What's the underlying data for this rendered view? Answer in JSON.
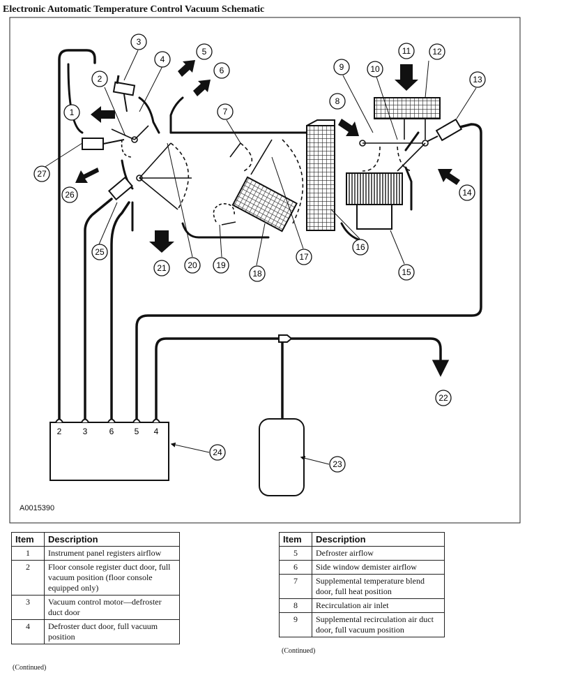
{
  "title": "Electronic Automatic Temperature Control Vacuum Schematic",
  "figure_id": "A0015390",
  "callouts": [
    "1",
    "2",
    "3",
    "4",
    "5",
    "6",
    "7",
    "8",
    "9",
    "10",
    "11",
    "12",
    "13",
    "14",
    "15",
    "16",
    "17",
    "18",
    "19",
    "20",
    "21",
    "22",
    "23",
    "24",
    "25",
    "26",
    "27"
  ],
  "port_labels": [
    "2",
    "3",
    "6",
    "5",
    "4"
  ],
  "table_left": {
    "header_item": "Item",
    "header_desc": "Description",
    "rows": [
      {
        "item": "1",
        "desc": "Instrument panel registers airflow"
      },
      {
        "item": "2",
        "desc": "Floor console register duct door, full vacuum position (floor console equipped only)"
      },
      {
        "item": "3",
        "desc": "Vacuum control motor—defroster duct door"
      },
      {
        "item": "4",
        "desc": "Defroster duct door, full vacuum position"
      }
    ],
    "continued": "(Continued)"
  },
  "table_right": {
    "header_item": "Item",
    "header_desc": "Description",
    "rows": [
      {
        "item": "5",
        "desc": "Defroster airflow"
      },
      {
        "item": "6",
        "desc": "Side window demister airflow"
      },
      {
        "item": "7",
        "desc": "Supplemental temperature blend door, full heat position"
      },
      {
        "item": "8",
        "desc": "Recirculation air inlet"
      },
      {
        "item": "9",
        "desc": "Supplemental recirculation air duct door, full vacuum position"
      }
    ],
    "continued": "(Continued)"
  }
}
